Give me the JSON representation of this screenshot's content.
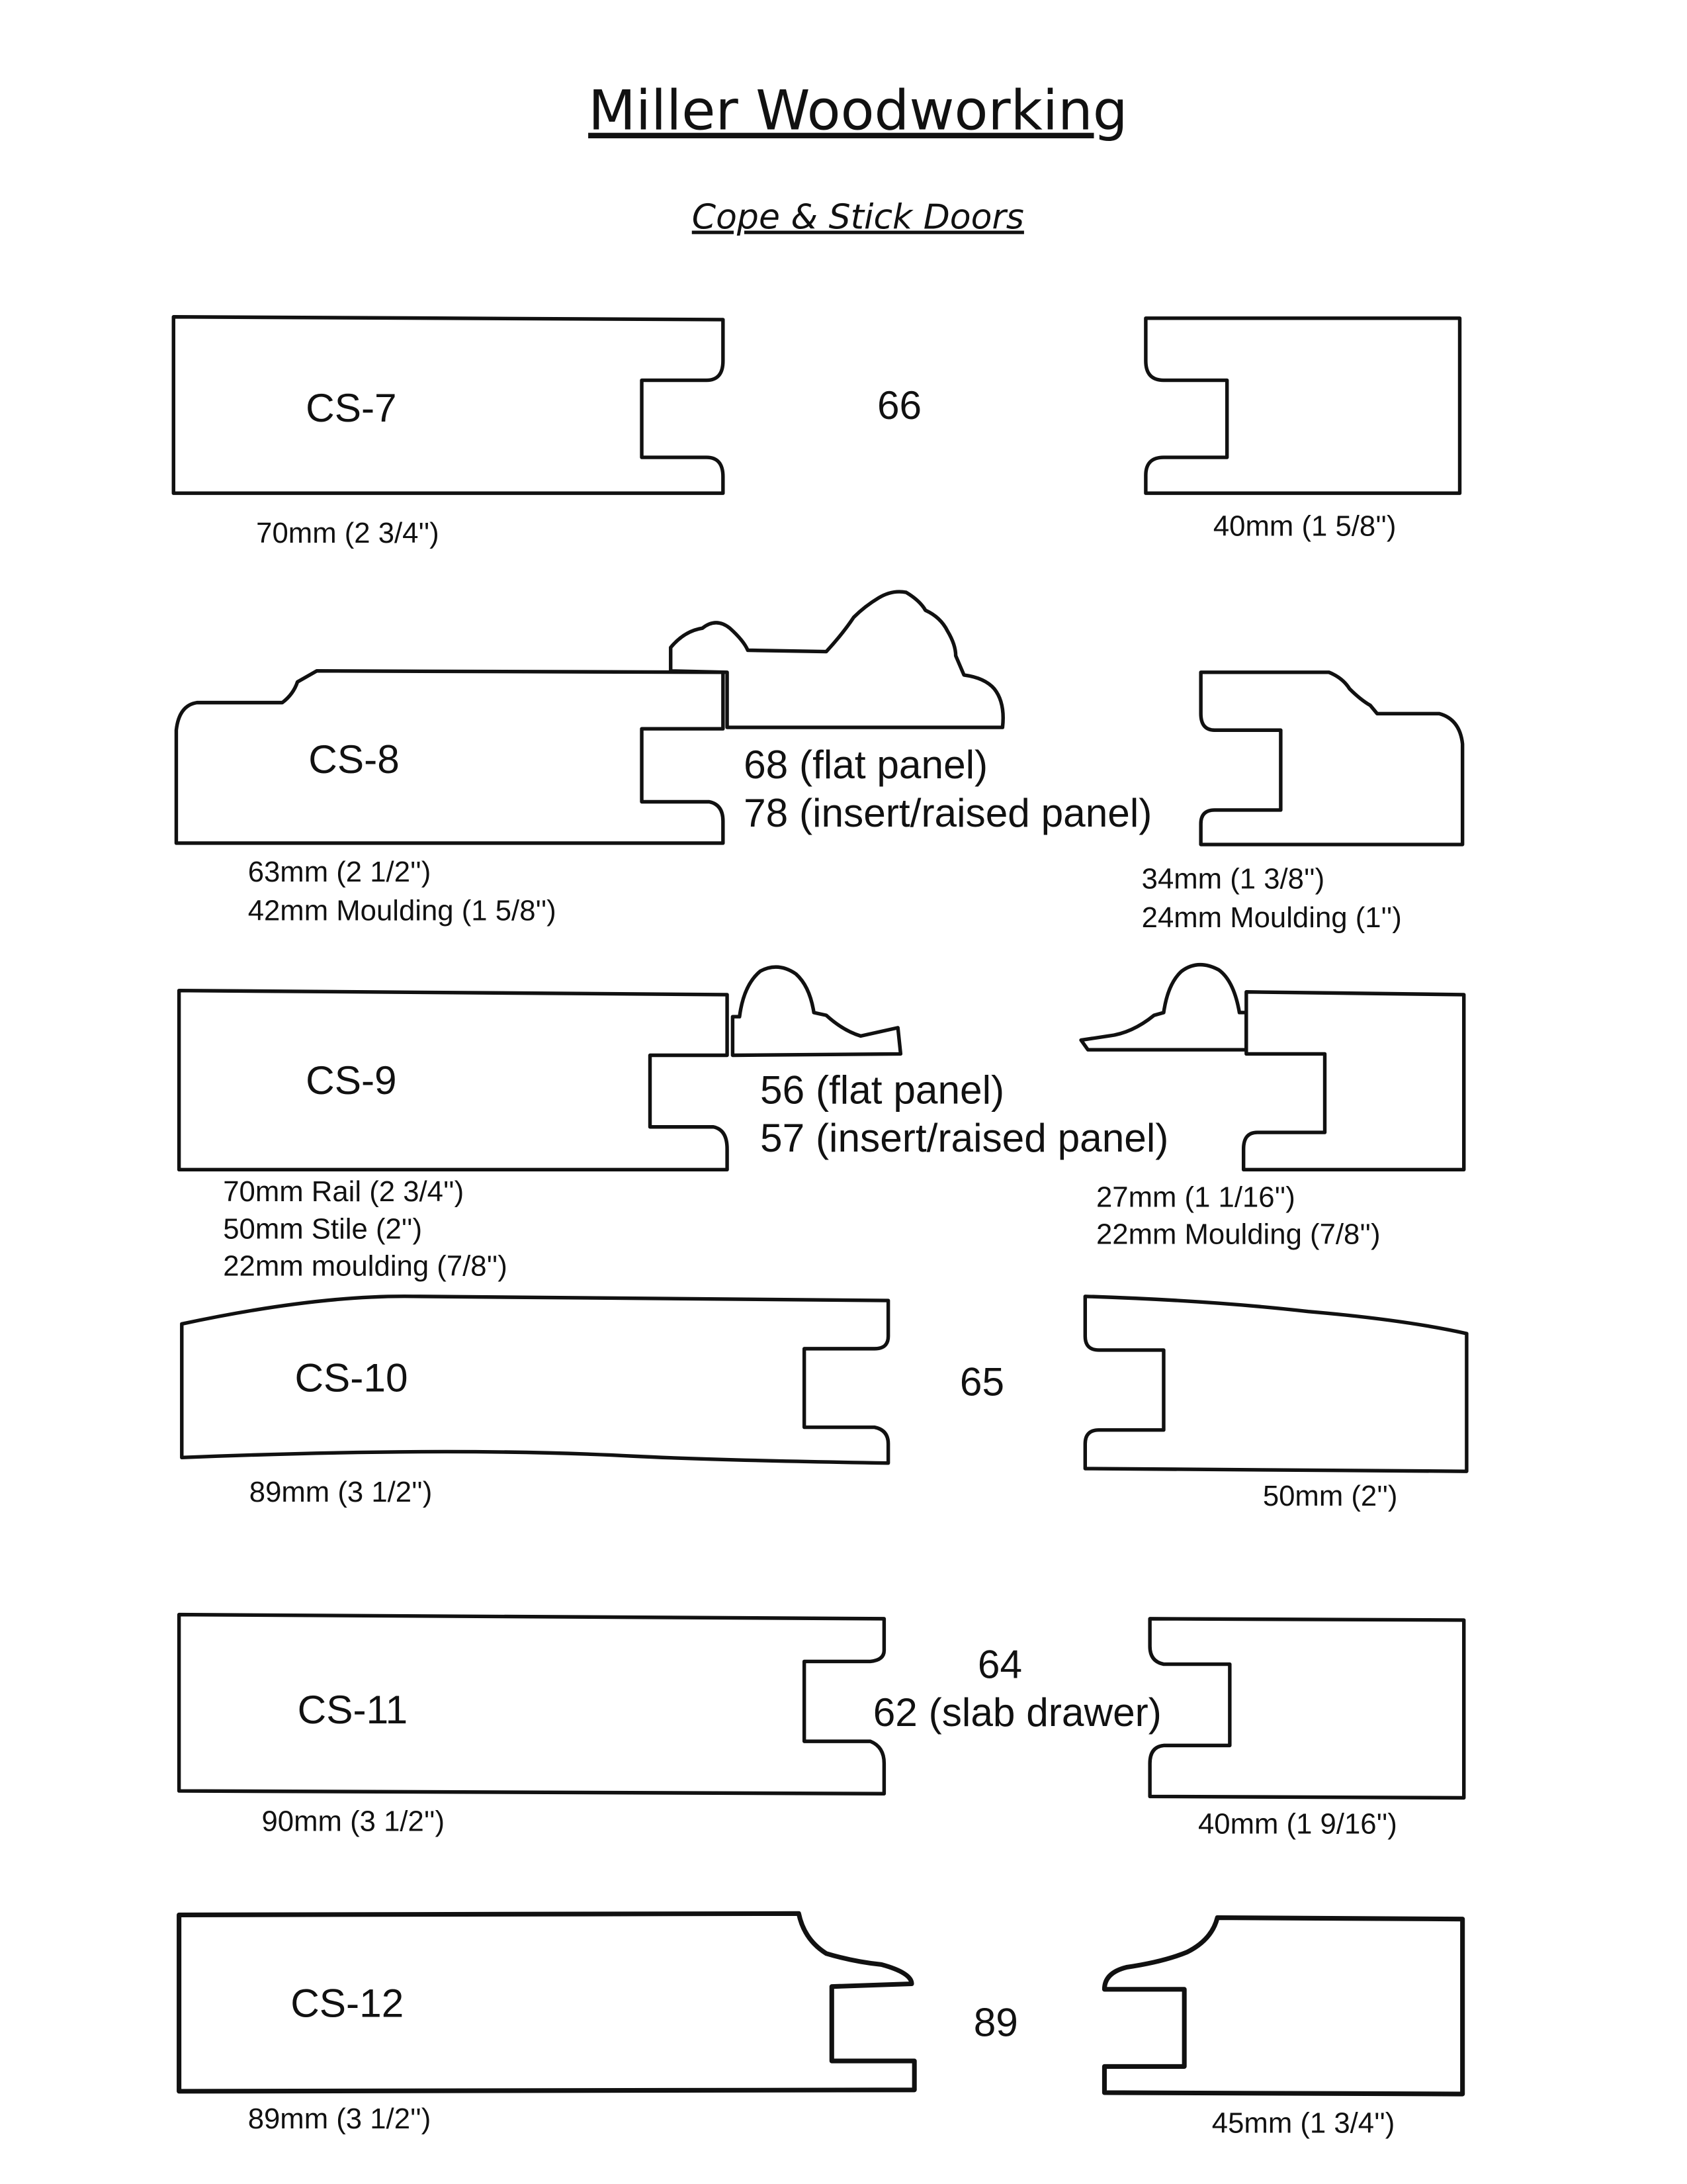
{
  "document": {
    "title": "Miller Woodworking",
    "subtitle": "Cope & Stick Doors",
    "ink_color": "#111111",
    "paper_color": "#ffffff"
  },
  "profiles": [
    {
      "code": "CS-7",
      "cutter_label": [
        "66"
      ],
      "rail_dims": [
        "70mm (2 3/4'')"
      ],
      "stile_dims": [
        "40mm (1 5/8'')"
      ]
    },
    {
      "code": "CS-8",
      "cutter_label": [
        "68 (flat panel)",
        "78 (insert/raised panel)"
      ],
      "rail_dims": [
        "63mm (2 1/2'')",
        "42mm  Moulding (1 5/8'')"
      ],
      "stile_dims": [
        "34mm (1 3/8'')",
        "24mm Moulding (1'')"
      ]
    },
    {
      "code": "CS-9",
      "cutter_label": [
        "56 (flat panel)",
        "57 (insert/raised panel)"
      ],
      "rail_dims": [
        "70mm Rail (2 3/4'')",
        "50mm Stile (2'')",
        "22mm moulding (7/8'')"
      ],
      "stile_dims": [
        "27mm (1 1/16'')",
        "22mm Moulding (7/8'')"
      ]
    },
    {
      "code": "CS-10",
      "cutter_label": [
        "65"
      ],
      "rail_dims": [
        "89mm (3 1/2'')"
      ],
      "stile_dims": [
        "50mm (2'')"
      ]
    },
    {
      "code": "CS-11",
      "cutter_label": [
        "64",
        "62 (slab drawer)"
      ],
      "rail_dims": [
        "90mm (3 1/2'')"
      ],
      "stile_dims": [
        "40mm (1 9/16'')"
      ]
    },
    {
      "code": "CS-12",
      "cutter_label": [
        "89"
      ],
      "rail_dims": [
        "89mm (3 1/2'')"
      ],
      "stile_dims": [
        "45mm (1 3/4'')"
      ]
    }
  ]
}
